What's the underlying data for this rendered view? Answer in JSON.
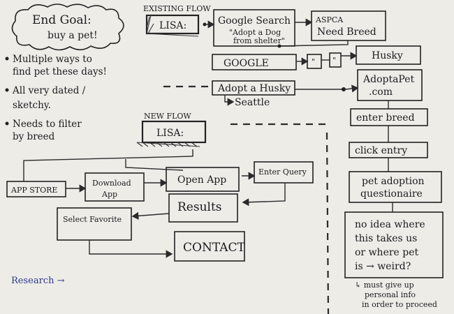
{
  "left_panel": {
    "end_goal_line1": "End Goal:",
    "end_goal_line2": "buy a pet!",
    "bullets": [
      [
        "Multiple ways to",
        "find pet these days!"
      ],
      [
        "All very dated /",
        "sketchy."
      ],
      [
        "Needs to filter",
        "by breed"
      ]
    ]
  },
  "existing_flow": {
    "label": "EXISTING FLOW",
    "lisa": "LISA:",
    "google_search_line1": "Google Search",
    "google_search_line2": "\"Adopt a Dog",
    "google_search_line3": "from shelter\"",
    "aspca_line1": "ASPCA",
    "aspca_line2": "Need Breed",
    "google": "GOOGLE",
    "google_quote1": "\"",
    "google_quote2": "\"",
    "husky": "Husky",
    "adopt_husky": "Adopt a Husky",
    "seattle": "Seattle",
    "adoptapet_line1": "AdoptaPet",
    "adoptapet_line2": ".com",
    "enter_breed": "enter breed",
    "click_entry": "click entry",
    "questionnaire_line1": "pet adoption",
    "questionnaire_line2": "questionaire",
    "no_idea_line1": "no idea where",
    "no_idea_line2": "this takes us",
    "no_idea_line3": "or where pet",
    "no_idea_line4": "is → weird?",
    "must_give_line1": "↳ must give up",
    "must_give_line2": "personal info",
    "must_give_line3": "in order to proceed"
  },
  "new_flow": {
    "label": "NEW FLOW",
    "lisa": "LISA:",
    "app_store": "APP STORE",
    "download_line1": "Download",
    "download_line2": "App",
    "open_app": "Open App",
    "enter_query": "Enter Query",
    "results": "Results",
    "select_favorite": "Select Favorite",
    "contact": "CONTACT"
  },
  "research": "Research →"
}
